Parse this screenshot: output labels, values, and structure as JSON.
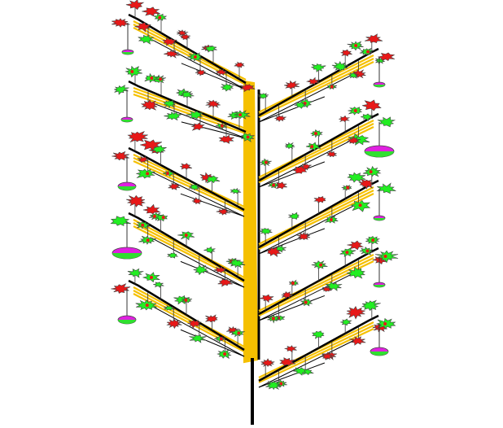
{
  "colors": {
    "background": "#ffffff",
    "stem": "#000000",
    "vein": "#f5c000",
    "leaf_green": "#22ee22",
    "leaf_red": "#e81818",
    "leaf_dark": "#444444",
    "pod_magenta": "#e020e0",
    "pod_green": "#30e030",
    "pod_stalk": "#333333"
  },
  "plant": {
    "branch_pairs": 5,
    "branches": [
      {
        "side": "left",
        "tier": 1,
        "leaflets": 9,
        "pod": "small"
      },
      {
        "side": "right",
        "tier": 1,
        "leaflets": 9,
        "pod": "small"
      },
      {
        "side": "left",
        "tier": 2,
        "leaflets": 9,
        "pod": "small"
      },
      {
        "side": "right",
        "tier": 2,
        "leaflets": 9,
        "pod": "large"
      },
      {
        "side": "left",
        "tier": 3,
        "leaflets": 9,
        "pod": "medium"
      },
      {
        "side": "right",
        "tier": 3,
        "leaflets": 9,
        "pod": "small"
      },
      {
        "side": "left",
        "tier": 4,
        "leaflets": 9,
        "pod": "large"
      },
      {
        "side": "right",
        "tier": 4,
        "leaflets": 9,
        "pod": "small"
      },
      {
        "side": "left",
        "tier": 5,
        "leaflets": 9,
        "pod": "medium"
      },
      {
        "side": "right",
        "tier": 5,
        "leaflets": 9,
        "pod": "medium"
      }
    ]
  }
}
